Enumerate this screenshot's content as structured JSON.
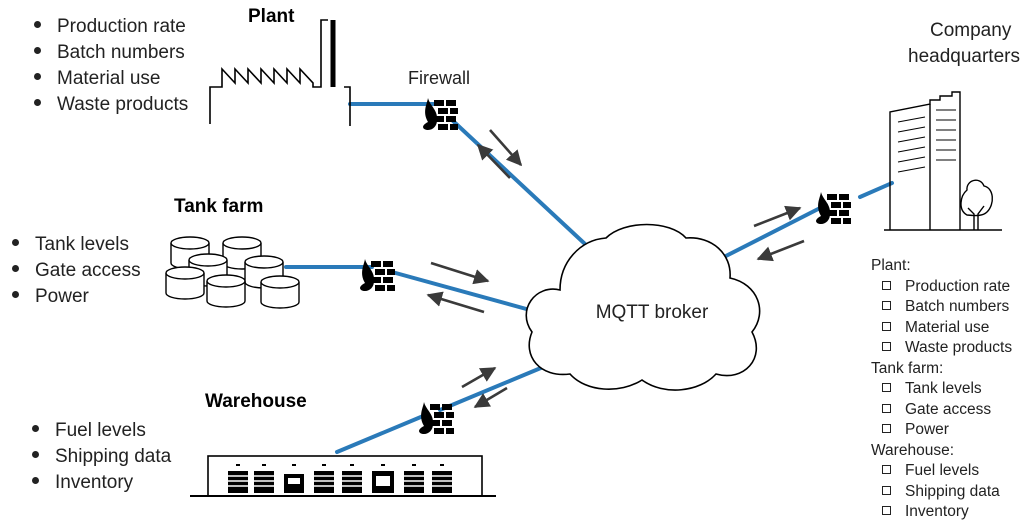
{
  "colors": {
    "link": "#2a7ab9",
    "stroke": "#000000",
    "arrow": "#3a3a3a"
  },
  "plant": {
    "title": "Plant",
    "items": [
      "Production rate",
      "Batch numbers",
      "Material use",
      "Waste products"
    ]
  },
  "firewall_label": "Firewall",
  "tank_farm": {
    "title": "Tank farm",
    "items": [
      "Tank levels",
      "Gate access",
      "Power"
    ]
  },
  "warehouse": {
    "title": "Warehouse",
    "items": [
      "Fuel levels",
      "Shipping data",
      "Inventory"
    ]
  },
  "broker": {
    "label": "MQTT broker"
  },
  "headquarters": {
    "title_line1": "Company",
    "title_line2": "headquarters",
    "groups": [
      {
        "label": "Plant:",
        "items": [
          "Production rate",
          "Batch numbers",
          "Material use",
          "Waste products"
        ]
      },
      {
        "label": "Tank farm:",
        "items": [
          "Tank levels",
          "Gate access",
          "Power"
        ]
      },
      {
        "label": "Warehouse:",
        "items": [
          "Fuel levels",
          "Shipping data",
          "Inventory"
        ]
      }
    ]
  },
  "icons": [
    "factory-icon",
    "tank-farm-icon",
    "warehouse-icon",
    "office-building-icon",
    "firewall-icon",
    "cloud-icon",
    "arrow-icon"
  ]
}
